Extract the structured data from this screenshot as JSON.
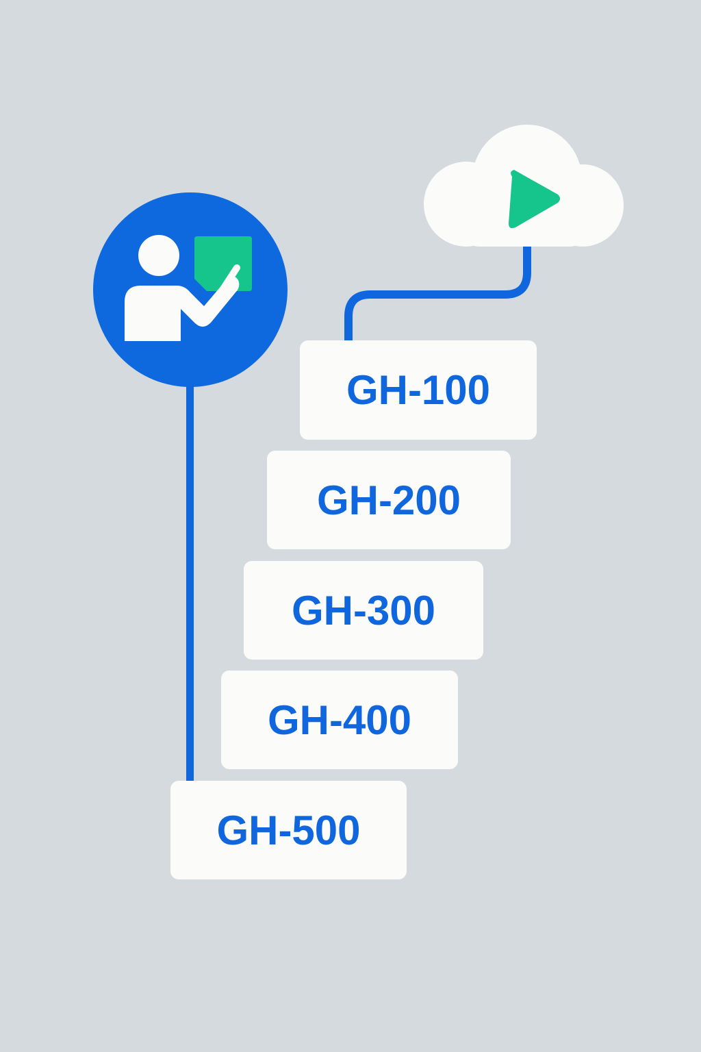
{
  "diagram": {
    "title": "",
    "colors": {
      "background": "#d5dade",
      "accent_blue": "#0f66dd",
      "accent_green": "#16c58c",
      "card": "#fbfbf9"
    },
    "start_node": {
      "icon": "presenter-icon"
    },
    "end_node": {
      "icon": "cloud-play-icon"
    },
    "steps": [
      {
        "label": "GH-100"
      },
      {
        "label": "GH-200"
      },
      {
        "label": "GH-300"
      },
      {
        "label": "GH-400"
      },
      {
        "label": "GH-500"
      }
    ]
  }
}
